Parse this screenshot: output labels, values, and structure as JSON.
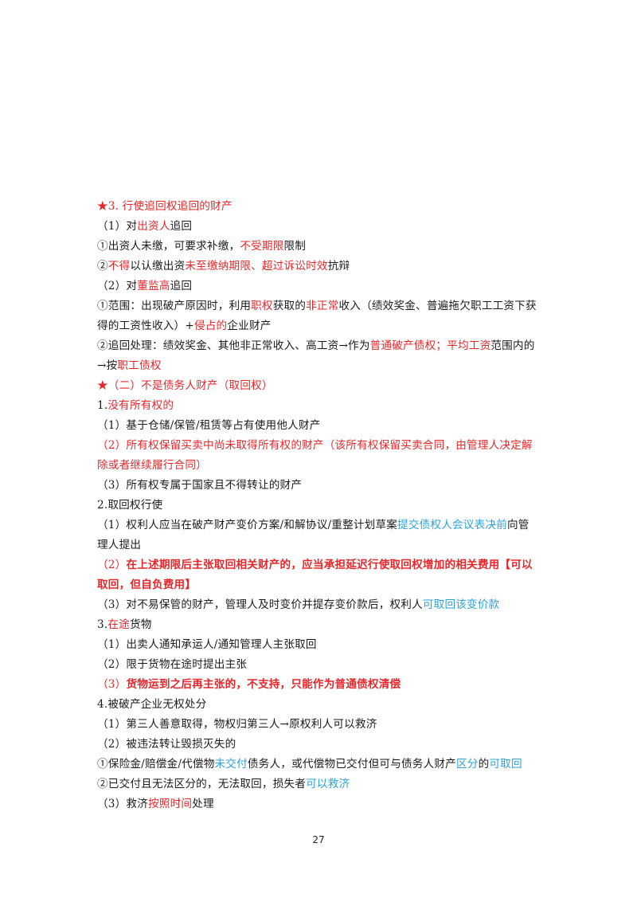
{
  "page_number": "27",
  "colors": {
    "red": "#e8262a",
    "blue": "#2ba3d9",
    "text": "#1a1a1a"
  },
  "lines": [
    {
      "segs": [
        {
          "t": "★3. 行使追回权追回的财产",
          "c": "red"
        }
      ]
    },
    {
      "segs": [
        {
          "t": "（1）对"
        },
        {
          "t": "出资人",
          "c": "red"
        },
        {
          "t": "追回"
        }
      ]
    },
    {
      "segs": [
        {
          "t": "①出资人未缴，可要求补缴，"
        },
        {
          "t": "不受期限",
          "c": "red"
        },
        {
          "t": "限制"
        }
      ]
    },
    {
      "segs": [
        {
          "t": "②"
        },
        {
          "t": "不得",
          "c": "red"
        },
        {
          "t": "以认缴出资"
        },
        {
          "t": "未至缴纳期限、超过诉讼时效",
          "c": "red"
        },
        {
          "t": "抗辩"
        }
      ]
    },
    {
      "segs": [
        {
          "t": "（2）对"
        },
        {
          "t": "董监高",
          "c": "red"
        },
        {
          "t": "追回"
        }
      ]
    },
    {
      "segs": [
        {
          "t": "①范围：出现破产原因时，利用"
        },
        {
          "t": "职权",
          "c": "red"
        },
        {
          "t": "获取的"
        },
        {
          "t": "非正常",
          "c": "red"
        },
        {
          "t": "收入（绩效奖金、普遍拖欠职工工资下获"
        }
      ]
    },
    {
      "segs": [
        {
          "t": "得的工资性收入）+"
        },
        {
          "t": "侵占的",
          "c": "red"
        },
        {
          "t": "企业财产"
        }
      ]
    },
    {
      "segs": [
        {
          "t": "②追回处理：绩效奖金、其他非正常收入、高工资→作为"
        },
        {
          "t": "普通破产债权；平均工资",
          "c": "red"
        },
        {
          "t": "范围内的"
        }
      ]
    },
    {
      "segs": [
        {
          "t": "→按"
        },
        {
          "t": "职工债权",
          "c": "red"
        }
      ]
    },
    {
      "segs": [
        {
          "t": "★（二）不是债务人财产（取回权）",
          "c": "red"
        }
      ]
    },
    {
      "segs": [
        {
          "t": "1."
        },
        {
          "t": "没有所有权的",
          "c": "red"
        }
      ]
    },
    {
      "segs": [
        {
          "t": "（1）基于仓储/保管/租赁等占有使用他人财产"
        }
      ]
    },
    {
      "segs": [
        {
          "t": "（2）所有权保留买卖中尚未取得所有权的财产（该所有权保留买卖合同，由管理人决定解",
          "c": "red"
        }
      ]
    },
    {
      "segs": [
        {
          "t": "除或者继续履行合同）",
          "c": "red"
        }
      ]
    },
    {
      "segs": [
        {
          "t": "（3）所有权专属于国家且不得转让的财产"
        }
      ]
    },
    {
      "segs": [
        {
          "t": "2.取回权行使"
        }
      ]
    },
    {
      "segs": [
        {
          "t": "（1）权利人应当在破产财产变价方案/和解协议/重整计划草案"
        },
        {
          "t": "提交债权人会议表决前",
          "c": "blue"
        },
        {
          "t": "向管"
        }
      ]
    },
    {
      "segs": [
        {
          "t": "理人提出"
        }
      ]
    },
    {
      "segs": [
        {
          "t": "（2）",
          "c": "red"
        },
        {
          "t": "在上述期限后主张取回相关财产的，应当承担延迟行使取回权增加的相关费用【可以",
          "c": "red",
          "b": true
        }
      ]
    },
    {
      "segs": [
        {
          "t": "取回，但自负费用】",
          "c": "red",
          "b": true
        }
      ]
    },
    {
      "segs": [
        {
          "t": "（3）对不易保管的财产，管理人及时变价并提存变价款后，权利人"
        },
        {
          "t": "可取回该变价款",
          "c": "blue"
        }
      ]
    },
    {
      "segs": [
        {
          "t": "3."
        },
        {
          "t": "在途",
          "c": "red"
        },
        {
          "t": "货物"
        }
      ]
    },
    {
      "segs": [
        {
          "t": "（1）出卖人通知承运人/通知管理人主张取回"
        }
      ]
    },
    {
      "segs": [
        {
          "t": "（2）限于货物在途时提出主张"
        }
      ]
    },
    {
      "segs": [
        {
          "t": "（3）",
          "c": "red"
        },
        {
          "t": "货物运到之后再主张的，不支持，只能作为普通债权清偿",
          "c": "red",
          "b": true
        }
      ]
    },
    {
      "segs": [
        {
          "t": "4.被破产企业无权处分"
        }
      ]
    },
    {
      "segs": [
        {
          "t": "（1）第三人善意取得，物权归第三人→原权利人可以救济"
        }
      ]
    },
    {
      "segs": [
        {
          "t": "（2）被违法转让毁损灭失的"
        }
      ]
    },
    {
      "segs": [
        {
          "t": "①保险金/赔偿金/代偿物"
        },
        {
          "t": "未交付",
          "c": "blue"
        },
        {
          "t": "债务人，或代偿物已交付但可与债务人财产"
        },
        {
          "t": "区分",
          "c": "blue"
        },
        {
          "t": "的"
        },
        {
          "t": "可取回",
          "c": "blue"
        }
      ]
    },
    {
      "segs": [
        {
          "t": "②已交付且无法区分的，无法取回，损失者"
        },
        {
          "t": "可以救济",
          "c": "blue"
        }
      ]
    },
    {
      "segs": [
        {
          "t": "（3）救济"
        },
        {
          "t": "按照时间",
          "c": "red"
        },
        {
          "t": "处理"
        }
      ]
    }
  ]
}
